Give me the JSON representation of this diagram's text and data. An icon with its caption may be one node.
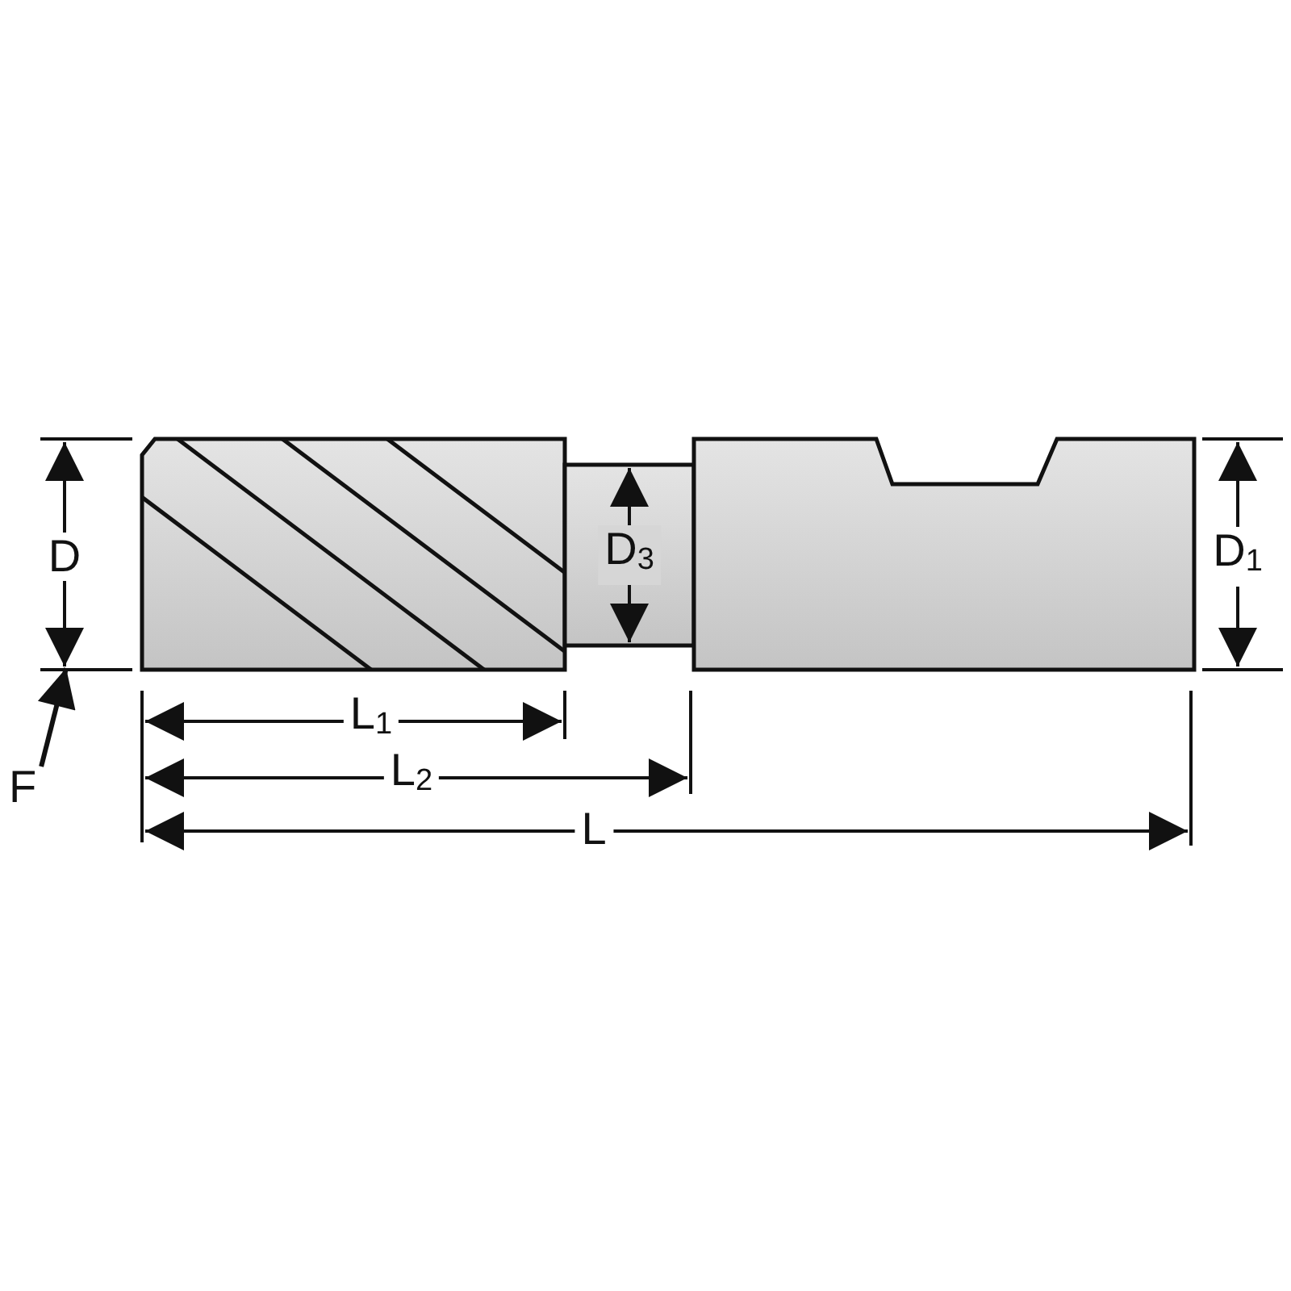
{
  "diagram": {
    "nodes": [
      {
        "text": [
          "F"
        ]
      },
      {
        "text": [],
        "shape": "picture"
      }
    ],
    "edges": [
      {
        "from": 0,
        "to": 1,
        "arrow": "to"
      }
    ],
    "labels": [
      "D",
      "D$_{3}$",
      "D$_{1}$",
      "L$_{1}$",
      "L$_{2}$",
      "L"
    ]
  }
}
